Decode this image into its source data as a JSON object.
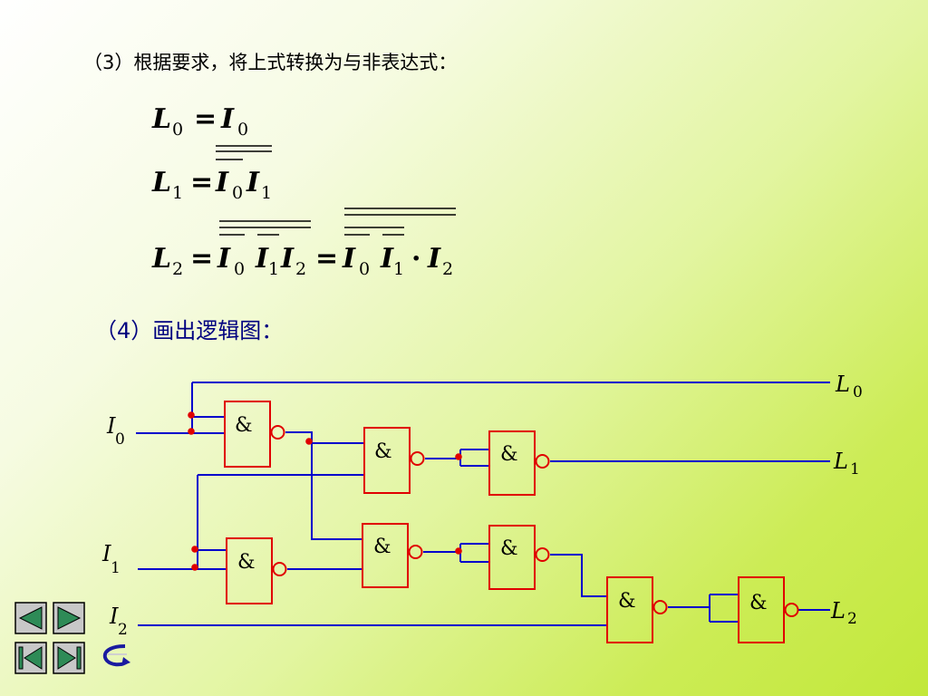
{
  "heading3": "（3）根据要求，将上式转换为与非表达式：",
  "heading4": "（4）画出逻辑图：",
  "equations": {
    "L": "L",
    "I": "I",
    "eq_sign": "=",
    "dot": "·",
    "s0": "0",
    "s1": "1",
    "s2": "2"
  },
  "gate_symbol": "&",
  "labels": {
    "L": "L",
    "I": "I",
    "L0_sub": "0",
    "L1_sub": "1",
    "L2_sub": "2",
    "I0_sub": "0",
    "I1_sub": "1",
    "I2_sub": "2"
  },
  "colors": {
    "wire": "#0000cc",
    "gate": "#e00000",
    "dot": "#e00000",
    "heading4": "#000080"
  },
  "nav": {
    "icons": [
      "prev-icon",
      "next-icon",
      "first-icon",
      "last-icon",
      "return-icon"
    ]
  }
}
